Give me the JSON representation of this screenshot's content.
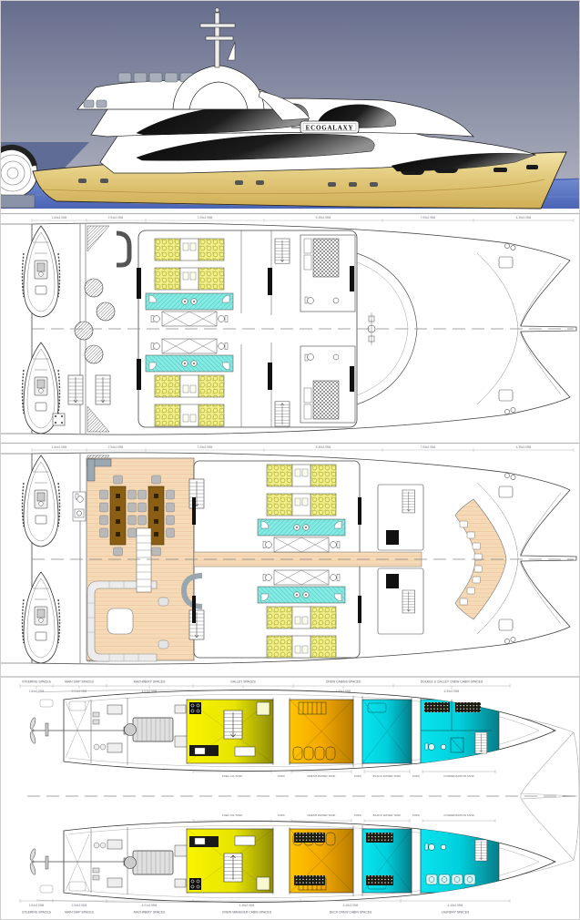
{
  "profile": {
    "badge": "ECOGALAXY",
    "colors": {
      "sky_top": "#666d8d",
      "sky_bottom": "#b4b7c2",
      "hull_tan": "#e3cb7e",
      "water": "#5b77c6",
      "superstructure": "#ffffff",
      "glass": "#1c1c1c"
    }
  },
  "deck_upper": {
    "dims": [
      "1.84x2.05M",
      "2.94x2.95M",
      "7.05x2.95M",
      "5.35x2.95M",
      "7.05x2.95M",
      "4.35x2.95M"
    ],
    "colors": {
      "sunpad": "#f1ee8c",
      "spa": "#86e9e2"
    }
  },
  "deck_main": {
    "dims": [
      "1.84x2.05M",
      "2.94x2.95M",
      "7.05x2.95M",
      "5.35x2.95M",
      "7.05x2.95M",
      "4.35x2.95M"
    ],
    "colors": {
      "floor": "#f7dcba",
      "bed": "#f1ee8c",
      "bath": "#86e9e2",
      "table": "#8a5f14"
    }
  },
  "deck_lower": {
    "spaces_top": [
      "STEERING SPACES",
      "MAIN SHIP SPACES",
      "MACHINERY SPACES",
      "GALLEY SPACES",
      "CREW CABINS SPACES",
      "DOUBLE & GALLEY CREW CABIN SPACES"
    ],
    "dims_top": [
      "1.84x2.05M",
      "2.94x2.95M",
      "4.01x2.95M",
      "4.85x2.95M",
      "7.05x2.95M",
      "6.35x2.95M"
    ],
    "tanks": [
      "FUEL OIL TANK",
      "COFF",
      "FRESH WATER TANK",
      "COFF",
      "BLACK WATER TANK",
      "COFF",
      "CONDENSATION TANK"
    ],
    "dims_bottom": [
      "1.84x2.05M",
      "2.94x2.95M",
      "4.01x2.95M",
      "4.45x2.95M",
      "5.45x2.95M",
      "4.45x2.95M"
    ],
    "spaces_bottom": [
      "STEERING SPACES",
      "MAIN SHIP SPACES",
      "MACHINERY SPACES",
      "CREW MANAGER CABIN SPACES",
      "DECK CREW CABIN SPACES",
      "LAUNDRY SPACES"
    ],
    "colors": {
      "galley": "#f0ec00",
      "crew": "#f2a900",
      "tank_room": "#00cfdc"
    }
  }
}
